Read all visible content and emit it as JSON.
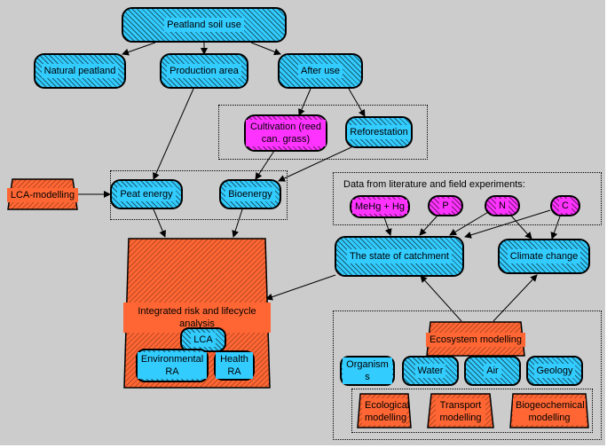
{
  "colors": {
    "background": "#cccccc",
    "blue_node": "#33ccff",
    "magenta_node": "#ff33ff",
    "orange_node": "#ff6633"
  },
  "nodes": {
    "peatland_soil_use": "Peatland soil use",
    "natural_peatland": "Natural peatland",
    "production_area": "Production area",
    "after_use": "After use",
    "cultivation": "Cultivation (reed can. grass)",
    "reforestation": "Reforestation",
    "lca_modelling": "LCA-modelling",
    "peat_energy": "Peat energy",
    "bioenergy": "Bioenergy",
    "integrated_analysis": "Integrated risk and lifecycle analysis",
    "lca": "LCA",
    "environmental_ra": "Environmental RA",
    "health_ra": "Health RA",
    "data_heading": "Data from literature and field experiments:",
    "mehg_hg": "MeHg + Hg",
    "p": "P",
    "n": "N",
    "c": "C",
    "state_of_catchment": "The state of catchment",
    "climate_change": "Climate change",
    "ecosystem_modelling": "Ecosystem modelling",
    "organisms": "Organisms",
    "water": "Water",
    "air": "Air",
    "geology": "Geology",
    "ecological_modelling": "Ecological modelling",
    "transport_modelling": "Transport modelling",
    "biogeochemical_modelling": "Biogeochemical modelling"
  }
}
